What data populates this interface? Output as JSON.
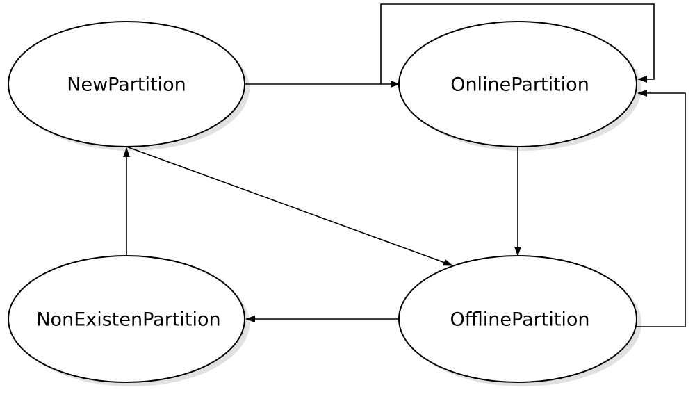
{
  "diagram": {
    "states": {
      "new_partition": "NewPartition",
      "online_partition": "OnlinePartition",
      "offline_partition": "OfflinePartition",
      "non_existen_partition": "NonExistenPartition"
    },
    "transitions": [
      {
        "from": "NewPartition",
        "to": "OnlinePartition"
      },
      {
        "from": "NewPartition",
        "to": "OfflinePartition"
      },
      {
        "from": "OnlinePartition",
        "to": "OnlinePartition"
      },
      {
        "from": "OnlinePartition",
        "to": "OfflinePartition"
      },
      {
        "from": "OfflinePartition",
        "to": "OnlinePartition"
      },
      {
        "from": "OfflinePartition",
        "to": "NonExistenPartition"
      },
      {
        "from": "NonExistenPartition",
        "to": "NewPartition"
      }
    ],
    "colors": {
      "stroke": "#000000",
      "fill": "#ffffff",
      "shadow": "#c8c8c8"
    }
  }
}
